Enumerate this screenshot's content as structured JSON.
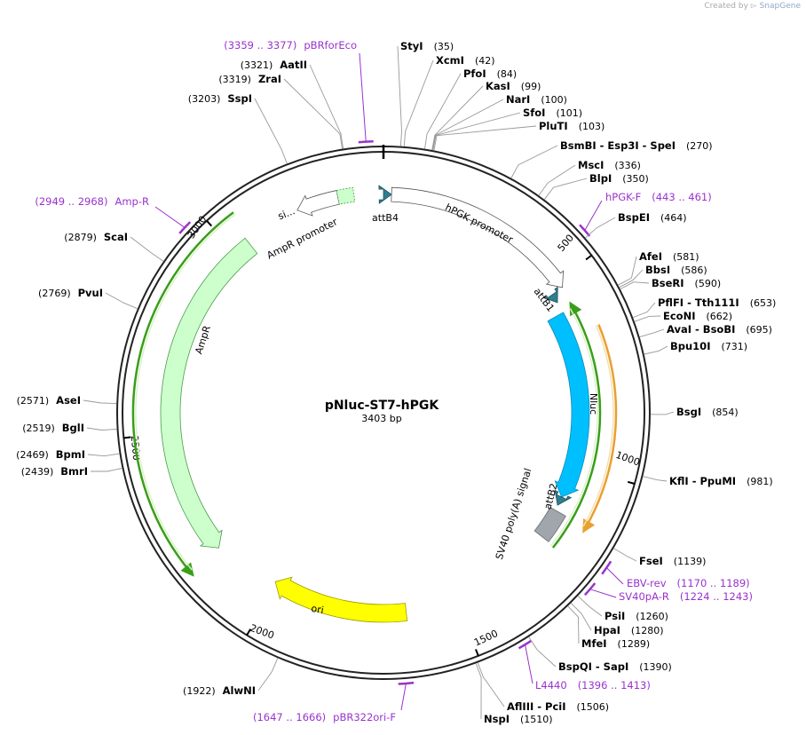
{
  "header": {
    "credit_prefix": "Created by",
    "credit_brand": "SnapGene"
  },
  "plasmid": {
    "name": "pNluc-ST7-hPGK",
    "length_label": "3403 bp",
    "length": 3403
  },
  "enzymes": [
    {
      "name": "StyI",
      "pos": "(35)",
      "site": 35
    },
    {
      "name": "XcmI",
      "pos": "(42)",
      "site": 42
    },
    {
      "name": "PfoI",
      "pos": "(84)",
      "site": 84
    },
    {
      "name": "KasI",
      "pos": "(99)",
      "site": 99
    },
    {
      "name": "NarI",
      "pos": "(100)",
      "site": 100
    },
    {
      "name": "SfoI",
      "pos": "(101)",
      "site": 101
    },
    {
      "name": "PluTI",
      "pos": "(103)",
      "site": 103
    },
    {
      "name": "BsmBI - Esp3I - SpeI",
      "pos": "(270)",
      "site": 270
    },
    {
      "name": "MscI",
      "pos": "(336)",
      "site": 336
    },
    {
      "name": "BlpI",
      "pos": "(350)",
      "site": 350
    },
    {
      "name": "BspEI",
      "pos": "(464)",
      "site": 464
    },
    {
      "name": "AfeI",
      "pos": "(581)",
      "site": 581
    },
    {
      "name": "BbsI",
      "pos": "(586)",
      "site": 586
    },
    {
      "name": "BseRI",
      "pos": "(590)",
      "site": 590
    },
    {
      "name": "PflFI - Tth111I",
      "pos": "(653)",
      "site": 653
    },
    {
      "name": "EcoNI",
      "pos": "(662)",
      "site": 662
    },
    {
      "name": "AvaI - BsoBI",
      "pos": "(695)",
      "site": 695
    },
    {
      "name": "Bpu10I",
      "pos": "(731)",
      "site": 731
    },
    {
      "name": "BsgI",
      "pos": "(854)",
      "site": 854
    },
    {
      "name": "KflI - PpuMI",
      "pos": "(981)",
      "site": 981
    },
    {
      "name": "FseI",
      "pos": "(1139)",
      "site": 1139
    },
    {
      "name": "PsiI",
      "pos": "(1260)",
      "site": 1260
    },
    {
      "name": "HpaI",
      "pos": "(1280)",
      "site": 1280
    },
    {
      "name": "MfeI",
      "pos": "(1289)",
      "site": 1289
    },
    {
      "name": "BspQI - SapI",
      "pos": "(1390)",
      "site": 1390
    },
    {
      "name": "AflIII - PciI",
      "pos": "(1506)",
      "site": 1506
    },
    {
      "name": "NspI",
      "pos": "(1510)",
      "site": 1510
    },
    {
      "name": "AlwNI",
      "pos": "(1922)",
      "site": 1922
    },
    {
      "name": "BmrI",
      "pos": "(2439)",
      "site": 2439
    },
    {
      "name": "BpmI",
      "pos": "(2469)",
      "site": 2469
    },
    {
      "name": "BglI",
      "pos": "(2519)",
      "site": 2519
    },
    {
      "name": "AseI",
      "pos": "(2571)",
      "site": 2571
    },
    {
      "name": "PvuI",
      "pos": "(2769)",
      "site": 2769
    },
    {
      "name": "ScaI",
      "pos": "(2879)",
      "site": 2879
    },
    {
      "name": "SspI",
      "pos": "(3203)",
      "site": 3203
    },
    {
      "name": "ZraI",
      "pos": "(3319)",
      "site": 3319
    },
    {
      "name": "AatII",
      "pos": "(3321)",
      "site": 3321
    }
  ],
  "primers": [
    {
      "name": "pBRforEco",
      "range": "(3359 .. 3377)",
      "start": 3359,
      "end": 3377
    },
    {
      "name": "hPGK-F",
      "range": "(443 .. 461)",
      "start": 443,
      "end": 461
    },
    {
      "name": "EBV-rev",
      "range": "(1170 .. 1189)",
      "start": 1170,
      "end": 1189
    },
    {
      "name": "SV40pA-R",
      "range": "(1224 .. 1243)",
      "start": 1224,
      "end": 1243
    },
    {
      "name": "L4440",
      "range": "(1396 .. 1413)",
      "start": 1396,
      "end": 1413
    },
    {
      "name": "pBR322ori-F",
      "range": "(1647 .. 1666)",
      "start": 1647,
      "end": 1666
    },
    {
      "name": "Amp-R",
      "range": "(2949 .. 2968)",
      "start": 2949,
      "end": 2968
    }
  ],
  "features": [
    {
      "name": "attB4",
      "color": "#2f7d8e"
    },
    {
      "name": "hPGK promoter",
      "color": "#ffffff"
    },
    {
      "name": "attB1",
      "color": "#2f7d8e"
    },
    {
      "name": "Nluc",
      "color": "#00bfff"
    },
    {
      "name": "attB2",
      "color": "#2f7d8e"
    },
    {
      "name": "SV40 poly(A) signal",
      "color": "#a0a6ab"
    },
    {
      "name": "ori",
      "color": "#ffff00"
    },
    {
      "name": "AmpR",
      "color": "#ccffcc"
    },
    {
      "name": "AmpR promoter",
      "color": "#ffffff"
    },
    {
      "name": "si...",
      "color": "#ccffcc"
    }
  ],
  "ticks": [
    "500",
    "1000",
    "1500",
    "2000",
    "2500",
    "3000"
  ],
  "colors": {
    "primer": "#9933cc",
    "orf_green": "#3a9e1a",
    "orf_orange": "#e8a030",
    "backbone": "#222222"
  }
}
